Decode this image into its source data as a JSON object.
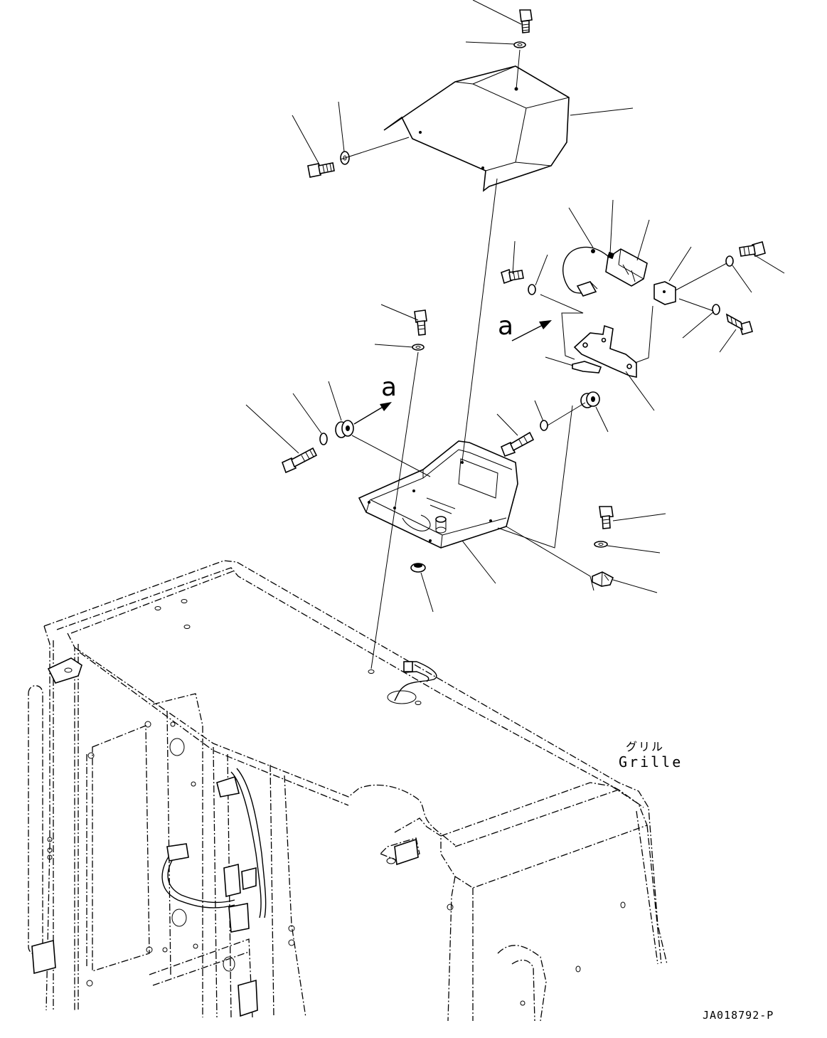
{
  "labels": {
    "grille_jp": "グリル",
    "grille_en": "Grille",
    "view_letter": "a",
    "drawing_id": "JA018792-P"
  }
}
